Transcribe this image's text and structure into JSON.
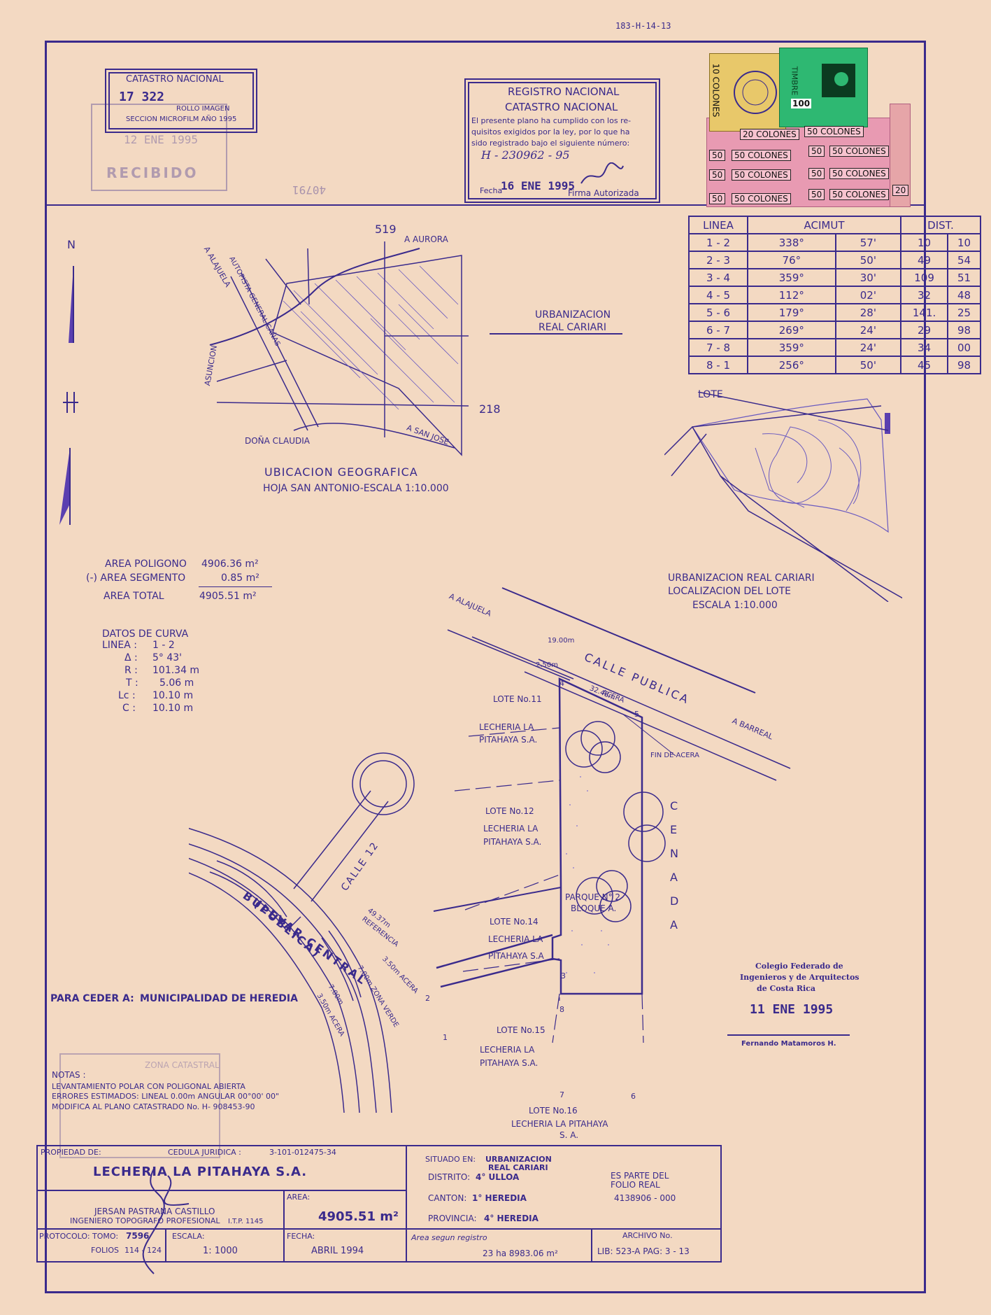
{
  "top_code": "183-H-14-13",
  "catastro": {
    "title": "CATASTRO NACIONAL",
    "number": "17 322",
    "rollo": "ROLLO IMAGEN",
    "seccion": "SECCION MICROFILM AÑO 1995"
  },
  "recibido": {
    "date": "12 ENE 1995",
    "word": "RECIBIDO",
    "stamp_no": "40791"
  },
  "registro": {
    "line1": "REGISTRO NACIONAL",
    "line2": "CATASTRO NACIONAL",
    "body1": "El presente plano ha cumplido con los re-",
    "body2": "quisitos exigidos por la ley, por lo que ha",
    "body3": "sido registrado bajo el siguiente número:",
    "number": "H - 230962 - 95",
    "fecha_label": "Fecha",
    "fecha": "16 ENE 1995",
    "firma": "Firma Autorizada"
  },
  "stamps": {
    "s10": "10 COLONES",
    "s20": "20 COLONES",
    "s50": "50 COLONES",
    "s50short": "50",
    "timbre": "TIMBRE",
    "s100": "100",
    "s20b": "20"
  },
  "azimuth_table": {
    "headers": [
      "LINEA",
      "ACIMUT",
      "DIST."
    ],
    "rows": [
      [
        "1 - 2",
        "338°",
        "57'",
        "10",
        "10"
      ],
      [
        "2 - 3",
        "76°",
        "50'",
        "49",
        "54"
      ],
      [
        "3 - 4",
        "359°",
        "30'",
        "109",
        "51"
      ],
      [
        "4 - 5",
        "112°",
        "02'",
        "32",
        "48"
      ],
      [
        "5 - 6",
        "179°",
        "28'",
        "141.",
        "25"
      ],
      [
        "6 - 7",
        "269°",
        "24'",
        "29",
        "98"
      ],
      [
        "7 - 8",
        "359°",
        "24'",
        "34",
        "00"
      ],
      [
        "8 - 1",
        "256°",
        "50'",
        "45",
        "98"
      ]
    ]
  },
  "north": "N",
  "ubicacion": {
    "title": "UBICACION GEOGRAFICA",
    "subtitle": "HOJA SAN ANTONIO-ESCALA 1:10.000",
    "urb_1": "URBANIZACION",
    "urb_2": "REAL CARIARI",
    "aurora": "A AURORA",
    "alajuela": "A ALAJUELA",
    "autopista": "AUTOPISTA GENERAL CAÑAS",
    "asuncion": "ASUNCION",
    "dona": "DOÑA CLAUDIA",
    "sanjose": "A SAN JOSE",
    "grid19": "519",
    "grid18": "218"
  },
  "lote_map": {
    "lote": "LOTE",
    "title1": "URBANIZACION REAL CARIARI",
    "title2": "LOCALIZACION DEL LOTE",
    "title3": "ESCALA 1:10.000"
  },
  "area": {
    "poligono_label": "AREA POLIGONO",
    "poligono_val": "4906.36 m²",
    "segmento_label": "(-) AREA SEGMENTO",
    "segmento_val": "0.85 m²",
    "total_label": "AREA TOTAL",
    "total_val": "4905.51 m²"
  },
  "curva": {
    "title": "DATOS DE CURVA",
    "linea_label": "LINEA :",
    "linea_val": "1 - 2",
    "delta_label": "Δ :",
    "delta_val": "5° 43'",
    "r_label": "R :",
    "r_val": "101.34 m",
    "t_label": "T :",
    "t_val": "5.06 m",
    "lc_label": "Lc :",
    "lc_val": "10.10 m",
    "c_label": "C :",
    "c_val": "10.10 m"
  },
  "plan": {
    "calle_publica": "CALLE PUBLICA",
    "a_alajuela": "A ALAJUELA",
    "a_barreal": "A BARREAL",
    "acera": "ACERA",
    "d19": "19.00m",
    "d250": "2.50m",
    "d3248": "32.48m",
    "fin_acera": "FIN DE ACERA",
    "cenada": "CENADA",
    "lote11": "LOTE No.11",
    "lote11a": "LECHERIA LA",
    "lote11b": "PITAHAYA S.A.",
    "lote12": "LOTE No.12",
    "lote12a": "LECHERIA LA",
    "lote12b": "PITAHAYA S.A.",
    "parque1": "PARQUE N° 2",
    "parque2": "BLOQUE A.",
    "lote14": "LOTE No.14",
    "lote14a": "LECHERIA LA",
    "lote14b": "PITAHAYA S.A",
    "lote15": "LOTE No.15",
    "lote15a": "LECHERIA LA",
    "lote15b": "PITAHAYA S.A.",
    "lote16": "LOTE No.16",
    "lote16a": "LECHERIA LA PITAHAYA",
    "lote16b": "S. A.",
    "calle12": "CALLE 12",
    "bulevar": "BULEVAR CENTRAL",
    "publica": "(PUBLICA)",
    "referencia": "REFERENCIA",
    "r4937": "49.37m",
    "acera350": "3.50m ACERA",
    "zona700": "7.00m ZONA VERDE",
    "v700": "7.00m",
    "acera350b": "3.50m ACERA",
    "p1": "1",
    "p2": "2",
    "p3": "3",
    "p4": "4",
    "p5": "5",
    "p6": "6",
    "p7": "7",
    "p8": "8"
  },
  "colegio": {
    "line1": "Colegio Federado de",
    "line2": "Ingenieros y de Arquitectos",
    "line3": "de Costa Rica",
    "date": "11 ENE 1995",
    "name": "Fernando Matamoros H."
  },
  "ceder": {
    "label": "PARA CEDER A:",
    "value": "MUNICIPALIDAD DE HEREDIA"
  },
  "notas": {
    "title": "NOTAS :",
    "n1": "LEVANTAMIENTO POLAR CON POLIGONAL ABIERTA",
    "n2": "ERRORES ESTIMADOS:  LINEAL 0.00m   ANGULAR 00°00' 00\"",
    "n3": "MODIFICA AL PLANO CATASTRADO No. H- 908453-90"
  },
  "title_block": {
    "propiedad_label": "PROPIEDAD DE:",
    "cedula_label": "CEDULA JURIDICA :",
    "cedula_val": "3-101-012475-34",
    "owner": "LECHERIA LA PITAHAYA S.A.",
    "surveyor": "JERSAN PASTRANA CASTILLO",
    "surveyor_title": "INGENIERO TOPOGRAFO PROFESIONAL",
    "surveyor_code": "I.T.P. 1145",
    "area_label": "AREA:",
    "area_val": "4905.51 m²",
    "protocolo_label": "PROTOCOLO: TOMO:",
    "tomo": "7596",
    "folios_label": "FOLIOS",
    "folios": "114 - 124",
    "escala_label": "ESCALA:",
    "escala": "1: 1000",
    "fecha_label": "FECHA:",
    "fecha": "ABRIL  1994",
    "situado_label": "SITUADO EN:",
    "situado_1": "URBANIZACION",
    "situado_2": "REAL CARIARI",
    "distrito_label": "DISTRITO:",
    "distrito": "4° ULLOA",
    "canton_label": "CANTON:",
    "canton": "1° HEREDIA",
    "provincia_label": "PROVINCIA:",
    "provincia": "4° HEREDIA",
    "parte_1": "ES PARTE DEL",
    "parte_2": "FOLIO REAL",
    "folio_real": "4138906 - 000",
    "registro_label": "Area segun registro",
    "registro_val": "23 ha 8983.06 m²",
    "archivo_label": "ARCHIVO No.",
    "archivo_val": "LIB: 523-A  PAG: 3 - 13"
  },
  "zona_stamp": {
    "title": "ZONA CATASTRAL"
  }
}
